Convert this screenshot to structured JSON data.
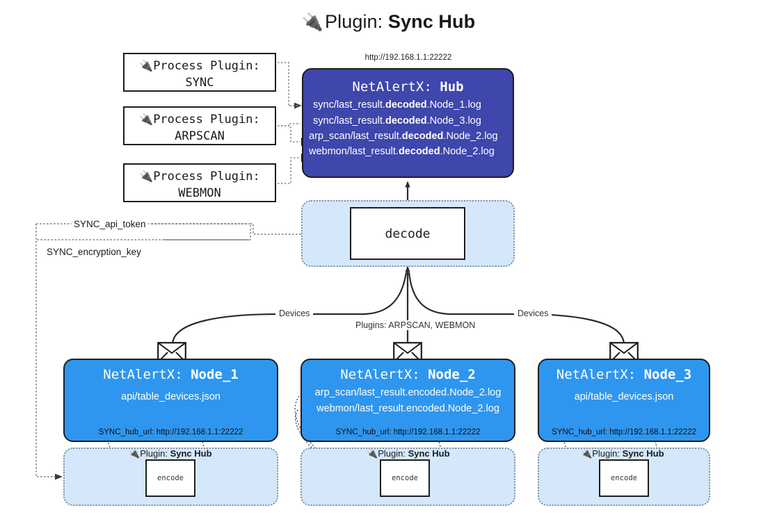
{
  "title": {
    "icon": "plug-icon",
    "prefix": "Plugin: ",
    "name": "Sync Hub"
  },
  "hub": {
    "url_caption": "http://192.168.1.1:22222",
    "title_prefix": "NetAlertX: ",
    "title_name": "Hub",
    "lines": [
      {
        "pre": "sync/last_result.",
        "bold": "decoded",
        "post": ".Node_1.log"
      },
      {
        "pre": "sync/last_result.",
        "bold": "decoded",
        "post": ".Node_3.log"
      },
      {
        "pre": "arp_scan/last_result.",
        "bold": "decoded",
        "post": ".Node_2.log"
      },
      {
        "pre": "webmon/last_result.",
        "bold": "decoded",
        "post": ".Node_2.log"
      }
    ],
    "color": "#3f46ac"
  },
  "process_plugins": [
    {
      "icon": "plug-icon",
      "label": "Process Plugin:",
      "name": "SYNC"
    },
    {
      "icon": "plug-icon",
      "label": "Process Plugin:",
      "name": "ARPSCAN"
    },
    {
      "icon": "plug-icon",
      "label": "Process Plugin:",
      "name": "WEBMON"
    }
  ],
  "decode": {
    "label": "decode",
    "container_color": "#d5e8fb"
  },
  "tokens": [
    {
      "label": "SYNC_api_token"
    },
    {
      "label": "SYNC_encryption_key"
    }
  ],
  "edge_labels": {
    "devices_left": "Devices",
    "devices_right": "Devices",
    "plugins": "Plugins: ARPSCAN, WEBMON"
  },
  "nodes": [
    {
      "title_prefix": "NetAlertX: ",
      "title_name": "Node_1",
      "files": [
        "api/table_devices.json"
      ],
      "hub_url": "SYNC_hub_url: http://192.168.1.1:22222",
      "color": "#2f96ef",
      "envelope_icon": "envelope-icon"
    },
    {
      "title_prefix": "NetAlertX: ",
      "title_name": "Node_2",
      "files": [
        "arp_scan/last_result.encoded.Node_2.log",
        "webmon/last_result.encoded.Node_2.log"
      ],
      "hub_url": "SYNC_hub_url: http://192.168.1.1:22222",
      "color": "#2f96ef",
      "envelope_icon": "envelope-icon"
    },
    {
      "title_prefix": "NetAlertX: ",
      "title_name": "Node_3",
      "files": [
        "api/table_devices.json"
      ],
      "hub_url": "SYNC_hub_url: http://192.168.1.1:22222",
      "color": "#2f96ef",
      "envelope_icon": "envelope-icon"
    }
  ],
  "sync_containers": [
    {
      "icon": "plug-icon",
      "caption_prefix": "Plugin: ",
      "caption_name": "Sync Hub",
      "encode_label": "encode"
    },
    {
      "icon": "plug-icon",
      "caption_prefix": "Plugin: ",
      "caption_name": "Sync Hub",
      "encode_label": "encode"
    },
    {
      "icon": "plug-icon",
      "caption_prefix": "Plugin: ",
      "caption_name": "Sync Hub",
      "encode_label": "encode"
    }
  ]
}
